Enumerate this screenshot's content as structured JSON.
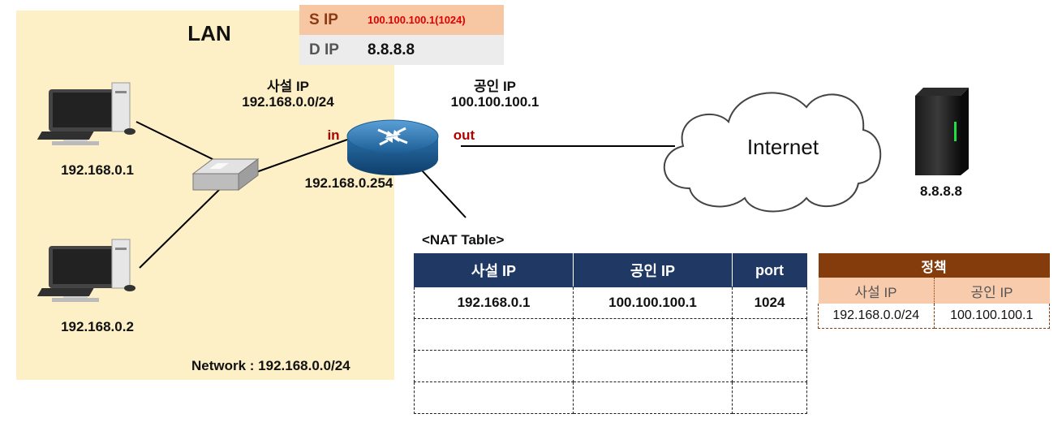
{
  "lan": {
    "title": "LAN",
    "network_label": "Network : 192.168.0.0/24"
  },
  "packet": {
    "src_key": "S IP",
    "src_value": "100.100.100.1(1024)",
    "dst_key": "D IP",
    "dst_value": "8.8.8.8"
  },
  "hosts": [
    {
      "ip": "192.168.0.1"
    },
    {
      "ip": "192.168.0.2"
    }
  ],
  "router": {
    "private_label": "사설 IP",
    "private_net": "192.168.0.0/24",
    "public_label": "공인 IP",
    "public_ip": "100.100.100.1",
    "in_label": "in",
    "out_label": "out",
    "lan_ip": "192.168.0.254"
  },
  "internet": {
    "label": "Internet"
  },
  "server": {
    "ip": "8.8.8.8"
  },
  "nat_table": {
    "title": "<NAT Table>",
    "headers": [
      "사설 IP",
      "공인 IP",
      "port"
    ],
    "rows": [
      [
        "192.168.0.1",
        "100.100.100.1",
        "1024"
      ],
      [
        "",
        "",
        ""
      ],
      [
        "",
        "",
        ""
      ],
      [
        "",
        "",
        ""
      ]
    ]
  },
  "policy": {
    "title": "정책",
    "headers": [
      "사설 IP",
      "공인 IP"
    ],
    "row": [
      "192.168.0.0/24",
      "100.100.100.1"
    ]
  },
  "colors": {
    "lan_zone": "#fdefc6",
    "nat_header": "#1f3864",
    "policy_header": "#843c0c",
    "policy_subheader": "#f8cbad",
    "packet_src": "#f7c7a4",
    "packet_dst": "#ececec",
    "accent_red": "#b00000"
  }
}
